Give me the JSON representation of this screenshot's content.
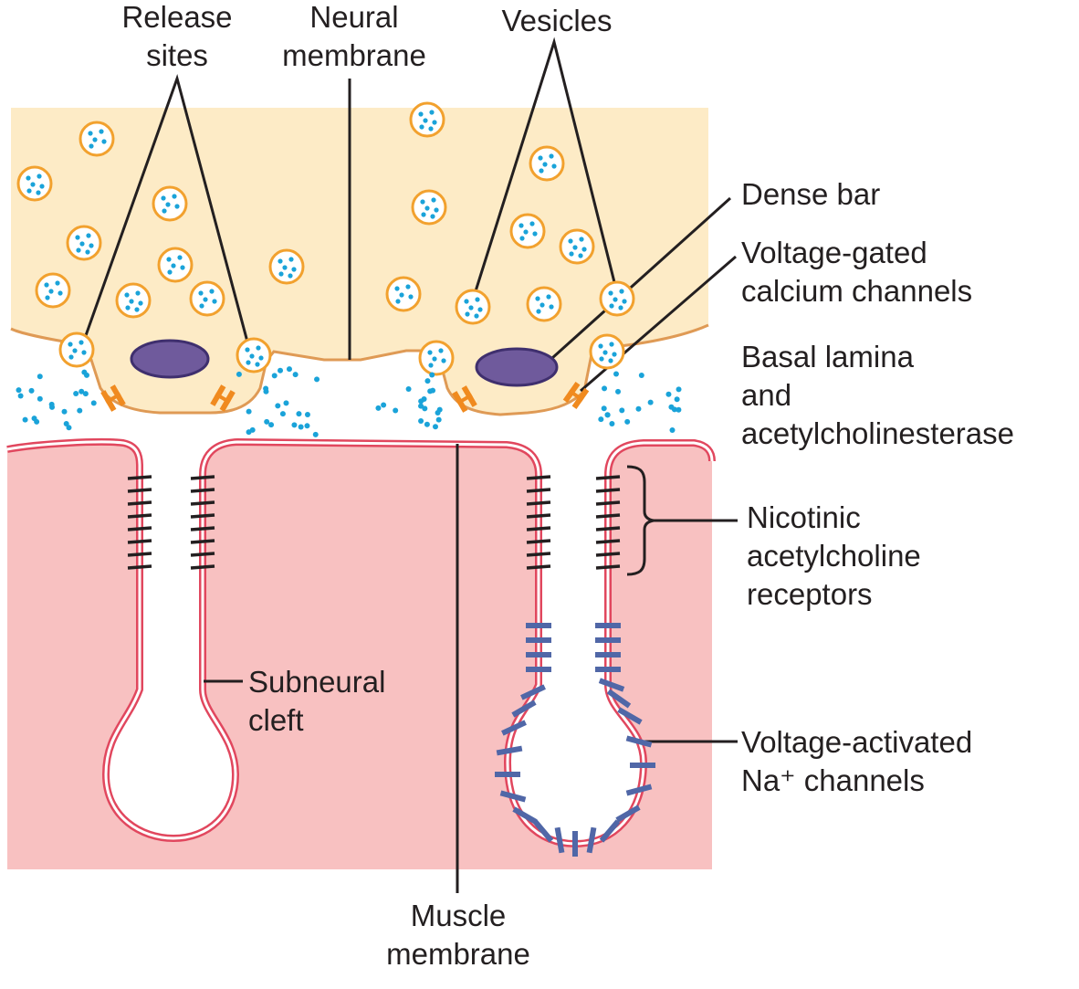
{
  "colors": {
    "nerve_fill": "#fdebc6",
    "nerve_outline": "#df9a55",
    "muscle_fill": "#f8c1c1",
    "membrane_red": "#e1475e",
    "vesicle_ring": "#f2a12e",
    "vesicle_dot": "#1aa3d9",
    "dense_bar_fill": "#6f5a9c",
    "dense_bar_stroke": "#3f2f6e",
    "calcium_channel": "#f08a1f",
    "ach_receptor": "#231f20",
    "na_channel": "#5067a7",
    "leader_line": "#231f20"
  },
  "labels": {
    "release_sites": [
      "Release",
      "sites"
    ],
    "neural_membrane": [
      "Neural",
      "membrane"
    ],
    "vesicles": [
      "Vesicles"
    ],
    "dense_bar": [
      "Dense bar"
    ],
    "ca_channels": [
      "Voltage-gated",
      "calcium channels"
    ],
    "basal_lamina": [
      "Basal lamina",
      "and",
      "acetylcholinesterase"
    ],
    "nicotinic": [
      "Nicotinic",
      "acetylcholine",
      "receptors"
    ],
    "subneural_cleft": [
      "Subneural",
      "cleft"
    ],
    "na_channels": [
      "Voltage-activated",
      "Na⁺ channels"
    ],
    "muscle_membrane": [
      "Muscle",
      "membrane"
    ]
  }
}
